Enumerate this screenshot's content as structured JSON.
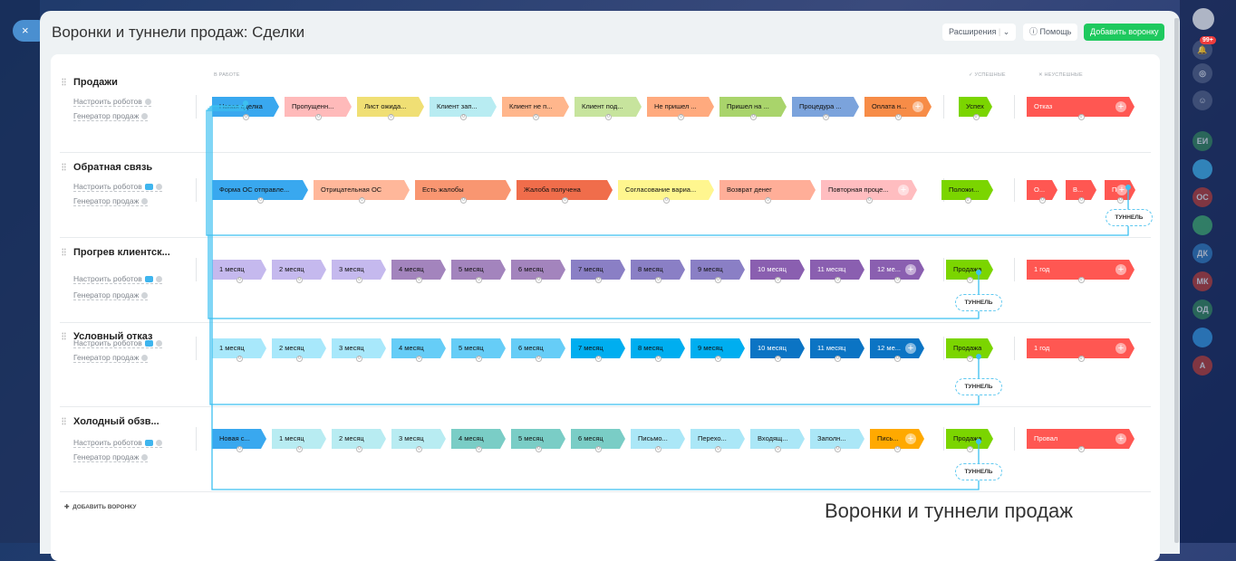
{
  "window": {
    "title": "Воронки и туннели продаж: Сделки",
    "close": "×"
  },
  "header": {
    "extensions": "Расширения",
    "help": "Помощь",
    "add_funnel": "Добавить воронку"
  },
  "groups": {
    "in_work": "В РАБОТЕ",
    "success": "✓ УСПЕШНЫЕ",
    "fail": "✕ НЕУСПЕШНЫЕ"
  },
  "links": {
    "robots": "Настроить роботов",
    "generator": "Генератор продаж"
  },
  "tunnel_label": "ТУННЕЛЬ",
  "add_funnel_bottom": "ДОБАВИТЬ ВОРОНКУ",
  "caption": "Воронки и туннели продаж",
  "right_bar": {
    "notifications_badge": "99+",
    "avatars": [
      {
        "t": "ЕИ",
        "c": "#2f7a5a"
      },
      {
        "t": "",
        "c": "#3aa0d8"
      },
      {
        "t": "ОС",
        "c": "#a33a3a"
      },
      {
        "t": "",
        "c": "#3a9a6a"
      },
      {
        "t": "ДК",
        "c": "#2c6fb0"
      },
      {
        "t": "МК",
        "c": "#a33a3a"
      },
      {
        "t": "ОД",
        "c": "#2f7a5a"
      },
      {
        "t": "",
        "c": "#2f8ad0"
      },
      {
        "t": "А",
        "c": "#a33a3a"
      }
    ]
  },
  "funnels": [
    {
      "name": "Продажи",
      "stage_width": 74,
      "stages": [
        {
          "label": "Новая сделка",
          "color": "#39a8ef",
          "text": "#111",
          "count": "0"
        },
        {
          "label": "Пропущенн...",
          "color": "#ffbaba",
          "text": "#111",
          "count": "0"
        },
        {
          "label": "Лист ожида...",
          "color": "#f0df74",
          "text": "#111",
          "count": "0"
        },
        {
          "label": "Клиент зап...",
          "color": "#b8ecf2",
          "text": "#111",
          "count": "0"
        },
        {
          "label": "Клиент не п...",
          "color": "#ffb68c",
          "text": "#111",
          "count": "0"
        },
        {
          "label": "Клиент под...",
          "color": "#c7e49d",
          "text": "#111",
          "count": "0"
        },
        {
          "label": "Не пришел ...",
          "color": "#ffaa7e",
          "text": "#111",
          "count": "0"
        },
        {
          "label": "Пришел на ...",
          "color": "#a9d46b",
          "text": "#111",
          "count": "0"
        },
        {
          "label": "Процедура ...",
          "color": "#7ba3dc",
          "text": "#111",
          "count": "0"
        },
        {
          "label": "Оплата н...",
          "color": "#f78c47",
          "text": "#111",
          "count": "0"
        }
      ],
      "success": [
        {
          "label": "Успех",
          "color": "#7bd500",
          "text": "#111",
          "count": "0",
          "w": 37
        }
      ],
      "fail": [
        {
          "label": "Отказ",
          "color": "#ff5752",
          "text": "#fff",
          "count": "0",
          "w": 119
        }
      ]
    },
    {
      "name": "Обратная связь",
      "stage_width": 106,
      "stages": [
        {
          "label": "Форма ОС отправле...",
          "color": "#39a8ef",
          "text": "#111",
          "count": "0"
        },
        {
          "label": "Отрицательная ОС",
          "color": "#ffb79a",
          "text": "#111",
          "count": "0"
        },
        {
          "label": "Есть жалобы",
          "color": "#f99671",
          "text": "#111",
          "count": "0"
        },
        {
          "label": "Жалоба получена",
          "color": "#f06d4b",
          "text": "#111",
          "count": "0"
        },
        {
          "label": "Согласование вариа...",
          "color": "#fff68f",
          "text": "#111",
          "count": "0"
        },
        {
          "label": "Возврат денег",
          "color": "#ffae98",
          "text": "#111",
          "count": "0"
        },
        {
          "label": "Повторная проце...",
          "color": "#ffbdc0",
          "text": "#111",
          "count": "0"
        }
      ],
      "success": [
        {
          "label": "Положи...",
          "color": "#7bd500",
          "text": "#111",
          "count": "0",
          "w": 57
        }
      ],
      "fail": [
        {
          "label": "О...",
          "color": "#ff5752",
          "text": "#fff",
          "count": "0",
          "w": 34
        },
        {
          "label": "В...",
          "color": "#ff5752",
          "text": "#fff",
          "count": "0",
          "w": 34
        },
        {
          "label": "П",
          "color": "#ff5752",
          "text": "#fff",
          "count": "0",
          "w": 34
        }
      ]
    },
    {
      "name": "Прогрев клиентск...",
      "stage_width": 60,
      "stages": [
        {
          "label": "1 месяц",
          "color": "#c5b9ee",
          "text": "#111",
          "count": "0"
        },
        {
          "label": "2 месяц",
          "color": "#c5b9ee",
          "text": "#111",
          "count": "0"
        },
        {
          "label": "3 месяц",
          "color": "#c5b9ee",
          "text": "#111",
          "count": "0"
        },
        {
          "label": "4 месяц",
          "color": "#a384bd",
          "text": "#111",
          "count": "0"
        },
        {
          "label": "5 месяц",
          "color": "#a384bd",
          "text": "#111",
          "count": "0"
        },
        {
          "label": "6 месяц",
          "color": "#a384bd",
          "text": "#111",
          "count": "0"
        },
        {
          "label": "7 месяц",
          "color": "#8a7fc5",
          "text": "#111",
          "count": "0"
        },
        {
          "label": "8 месяц",
          "color": "#8a7fc5",
          "text": "#111",
          "count": "0"
        },
        {
          "label": "9 месяц",
          "color": "#8a7fc5",
          "text": "#111",
          "count": "0"
        },
        {
          "label": "10 месяц",
          "color": "#8a5fb0",
          "text": "#fff",
          "count": "0"
        },
        {
          "label": "11 месяц",
          "color": "#8a5fb0",
          "text": "#fff",
          "count": "0"
        },
        {
          "label": "12 ме...",
          "color": "#8a5fb0",
          "text": "#fff",
          "count": "0"
        }
      ],
      "success": [
        {
          "label": "Продажа",
          "color": "#7bd500",
          "text": "#111",
          "count": "0",
          "w": 52
        }
      ],
      "fail": [
        {
          "label": "1 год",
          "color": "#ff5752",
          "text": "#fff",
          "count": "0",
          "w": 119
        }
      ]
    },
    {
      "name": "Условный отказ",
      "stage_width": 60,
      "stages": [
        {
          "label": "1 месяц",
          "color": "#a8e8fb",
          "text": "#111",
          "count": "0"
        },
        {
          "label": "2 месяц",
          "color": "#a8e8fb",
          "text": "#111",
          "count": "0"
        },
        {
          "label": "3 месяц",
          "color": "#a8e8fb",
          "text": "#111",
          "count": "0"
        },
        {
          "label": "4 месяц",
          "color": "#66cdf7",
          "text": "#111",
          "count": "0"
        },
        {
          "label": "5 месяц",
          "color": "#66cdf7",
          "text": "#111",
          "count": "0"
        },
        {
          "label": "6 месяц",
          "color": "#66cdf7",
          "text": "#111",
          "count": "0"
        },
        {
          "label": "7 месяц",
          "color": "#00aef0",
          "text": "#111",
          "count": "0"
        },
        {
          "label": "8 месяц",
          "color": "#00aef0",
          "text": "#111",
          "count": "0"
        },
        {
          "label": "9 месяц",
          "color": "#00aef0",
          "text": "#111",
          "count": "0"
        },
        {
          "label": "10 месяц",
          "color": "#0b74c4",
          "text": "#fff",
          "count": "0"
        },
        {
          "label": "11 месяц",
          "color": "#0b74c4",
          "text": "#fff",
          "count": "0"
        },
        {
          "label": "12 ме...",
          "color": "#0b74c4",
          "text": "#fff",
          "count": "0"
        }
      ],
      "success": [
        {
          "label": "Продажа",
          "color": "#7bd500",
          "text": "#111",
          "count": "0",
          "w": 52
        }
      ],
      "fail": [
        {
          "label": "1 год",
          "color": "#ff5752",
          "text": "#fff",
          "count": "0",
          "w": 119
        }
      ]
    },
    {
      "name": "Холодный обзв...",
      "stage_width": 60,
      "stages": [
        {
          "label": "Новая с...",
          "color": "#39a8ef",
          "text": "#111",
          "count": "0"
        },
        {
          "label": "1 месяц",
          "color": "#b8ecf2",
          "text": "#111",
          "count": "0"
        },
        {
          "label": "2 месяц",
          "color": "#b8ecf2",
          "text": "#111",
          "count": "0"
        },
        {
          "label": "3 месяц",
          "color": "#b8ecf2",
          "text": "#111",
          "count": "0"
        },
        {
          "label": "4 месяц",
          "color": "#7acdc6",
          "text": "#111",
          "count": "0"
        },
        {
          "label": "5 месяц",
          "color": "#7acdc6",
          "text": "#111",
          "count": "0"
        },
        {
          "label": "6 месяц",
          "color": "#7acdc6",
          "text": "#111",
          "count": "0"
        },
        {
          "label": "Письмо...",
          "color": "#abe7f7",
          "text": "#111",
          "count": "0"
        },
        {
          "label": "Перехо...",
          "color": "#abe7f7",
          "text": "#111",
          "count": "0"
        },
        {
          "label": "Входящ...",
          "color": "#abe7f7",
          "text": "#111",
          "count": "0"
        },
        {
          "label": "Заполн...",
          "color": "#abe7f7",
          "text": "#111",
          "count": "0"
        },
        {
          "label": "Пись...",
          "color": "#ffa900",
          "text": "#111",
          "count": "0"
        }
      ],
      "success": [
        {
          "label": "Продажа",
          "color": "#7bd500",
          "text": "#111",
          "count": "0",
          "w": 52
        }
      ],
      "fail": [
        {
          "label": "Провал",
          "color": "#ff5752",
          "text": "#fff",
          "count": "0",
          "w": 119
        }
      ]
    }
  ]
}
